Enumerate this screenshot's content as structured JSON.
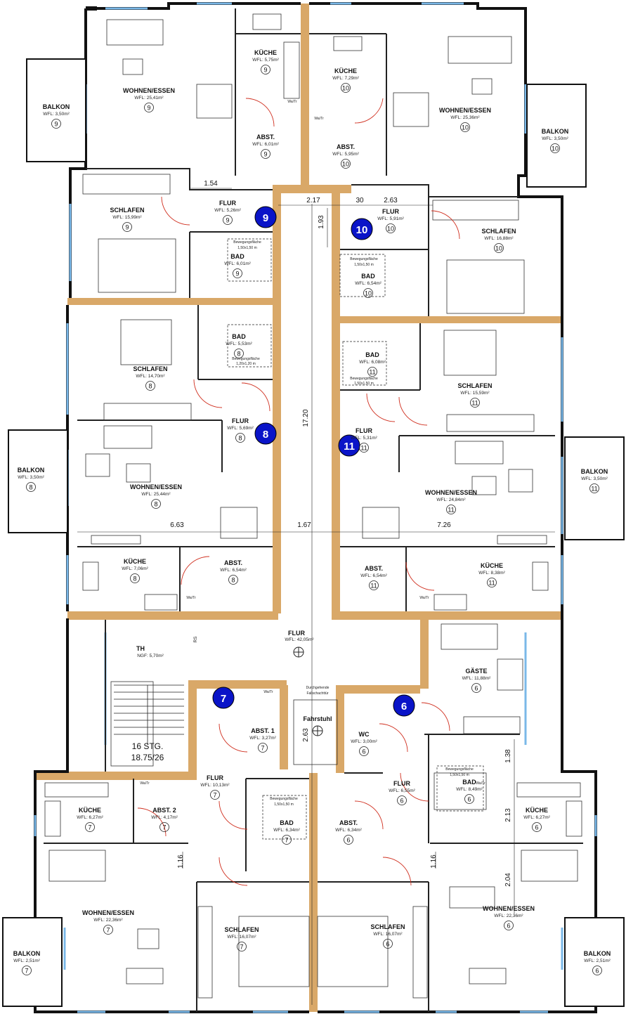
{
  "units": [
    {
      "id": "9",
      "rooms": [
        {
          "key": "k9",
          "label": "KÜCHE",
          "wfl": "WFL: 5,75m²"
        },
        {
          "key": "w9",
          "label": "WOHNEN/ESSEN",
          "wfl": "WFL: 25,41m²"
        },
        {
          "key": "a9",
          "label": "ABST.",
          "wfl": "WFL: 6,01m²"
        },
        {
          "key": "s9",
          "label": "SCHLAFEN",
          "wfl": "WFL: 15,99m²"
        },
        {
          "key": "f9",
          "label": "FLUR",
          "wfl": "WFL: 5,26m²"
        },
        {
          "key": "b9",
          "label": "BAD",
          "wfl": "WFL: 6,01m²"
        },
        {
          "key": "bk9",
          "label": "BALKON",
          "wfl": "WFL: 3,50m²"
        }
      ]
    },
    {
      "id": "10",
      "rooms": [
        {
          "key": "k10",
          "label": "KÜCHE",
          "wfl": "WFL: 7,29m²"
        },
        {
          "key": "w10",
          "label": "WOHNEN/ESSEN",
          "wfl": "WFL: 25,36m²"
        },
        {
          "key": "a10",
          "label": "ABST.",
          "wfl": "WFL: 5,95m²"
        },
        {
          "key": "f10",
          "label": "FLUR",
          "wfl": "WFL: 5,91m²"
        },
        {
          "key": "s10",
          "label": "SCHLAFEN",
          "wfl": "WFL: 16,88m²"
        },
        {
          "key": "b10",
          "label": "BAD",
          "wfl": "WFL: 6,54m²"
        },
        {
          "key": "bk10",
          "label": "BALKON",
          "wfl": "WFL: 3,50m²"
        }
      ]
    },
    {
      "id": "8",
      "rooms": [
        {
          "key": "s8",
          "label": "SCHLAFEN",
          "wfl": "WFL: 14,70m²"
        },
        {
          "key": "b8",
          "label": "BAD",
          "wfl": "WFL: 5,53m²"
        },
        {
          "key": "f8",
          "label": "FLUR",
          "wfl": "WFL: 5,69m²"
        },
        {
          "key": "w8",
          "label": "WOHNEN/ESSEN",
          "wfl": "WFL: 25,44m²"
        },
        {
          "key": "k8",
          "label": "KÜCHE",
          "wfl": "WFL: 7,06m²"
        },
        {
          "key": "a8",
          "label": "ABST.",
          "wfl": "WFL: 6,54m²"
        },
        {
          "key": "bk8",
          "label": "BALKON",
          "wfl": "WFL: 3,50m²"
        }
      ]
    },
    {
      "id": "11",
      "rooms": [
        {
          "key": "b11",
          "label": "BAD",
          "wfl": "WFL: 6,08m²"
        },
        {
          "key": "s11",
          "label": "SCHLAFEN",
          "wfl": "WFL: 15,59m²"
        },
        {
          "key": "f11",
          "label": "FLUR",
          "wfl": "WFL: 5,31m²"
        },
        {
          "key": "w11",
          "label": "WOHNEN/ESSEN",
          "wfl": "WFL: 24,84m²"
        },
        {
          "key": "a11",
          "label": "ABST.",
          "wfl": "WFL: 6,54m²"
        },
        {
          "key": "k11",
          "label": "KÜCHE",
          "wfl": "WFL: 8,38m²"
        },
        {
          "key": "bk11",
          "label": "BALKON",
          "wfl": "WFL: 3,50m²"
        }
      ]
    },
    {
      "id": "7",
      "rooms": [
        {
          "key": "ab7",
          "label": "ABST. 1",
          "wfl": "WFL: 3,27m²"
        },
        {
          "key": "k7",
          "label": "KÜCHE",
          "wfl": "WFL: 6,27m²"
        },
        {
          "key": "ac7",
          "label": "ABST. 2",
          "wfl": "WFL: 4,17m²"
        },
        {
          "key": "f7",
          "label": "FLUR",
          "wfl": "WFL: 10,13m²"
        },
        {
          "key": "b7",
          "label": "BAD",
          "wfl": "WFL: 6,34m²"
        },
        {
          "key": "w7",
          "label": "WOHNEN/ESSEN",
          "wfl": "WFL: 22,36m²"
        },
        {
          "key": "s7",
          "label": "SCHLAFEN",
          "wfl": "WFL: 16,07m²"
        },
        {
          "key": "bk7",
          "label": "BALKON",
          "wfl": "WFL: 2,51m²"
        }
      ]
    },
    {
      "id": "6",
      "rooms": [
        {
          "key": "g6",
          "label": "GÄSTE",
          "wfl": "WFL: 11,88m²"
        },
        {
          "key": "wc6",
          "label": "WC",
          "wfl": "WFL: 3,00m²"
        },
        {
          "key": "b6",
          "label": "BAD",
          "wfl": "WFL: 8,49m²"
        },
        {
          "key": "f6",
          "label": "FLUR",
          "wfl": "WFL: 6,55m²"
        },
        {
          "key": "a6",
          "label": "ABST.",
          "wfl": "WFL: 6,34m²"
        },
        {
          "key": "k6",
          "label": "KÜCHE",
          "wfl": "WFL: 6,27m²"
        },
        {
          "key": "w6",
          "label": "WOHNEN/ESSEN",
          "wfl": "WFL: 22,36m²"
        },
        {
          "key": "s6",
          "label": "SCHLAFEN",
          "wfl": "WFL: 16,07m²"
        },
        {
          "key": "bk6",
          "label": "BALKON",
          "wfl": "WFL: 2,51m²"
        }
      ]
    }
  ],
  "common": {
    "flur_label": "FLUR",
    "flur_wfl": "WFL: 42,05m²",
    "th_label": "TH",
    "th_ngf": "NGF: 5,70m²",
    "rs": "RS",
    "stair_line1": "16 STG.",
    "stair_line2": "18.75/26",
    "elevator": "Fahrstuhl",
    "durchgehender": "Durchgehende",
    "schacht": "Fallschachttür"
  },
  "badges": [
    "9",
    "10",
    "8",
    "11",
    "7",
    "6"
  ],
  "dimensions": [
    "1.54",
    "2.17",
    "30",
    "2.63",
    "1.93",
    "17.20",
    "6.63",
    "1.67",
    "7.26",
    "2.63",
    "1.38",
    "2.13",
    "1.16",
    "1.16",
    "2.04"
  ],
  "bewegung": [
    "Bewegungsfläche",
    "1,50x1,50 m"
  ],
  "bewegung2": [
    "Bewegungsfläche",
    "1,20x1,20 m"
  ],
  "watr": "Wa/Tr",
  "colors": {
    "badge": "#0a14c8",
    "wall": "#111111",
    "corridor": "#d9a868",
    "door": "#d03020",
    "window": "#7ab8e8"
  }
}
